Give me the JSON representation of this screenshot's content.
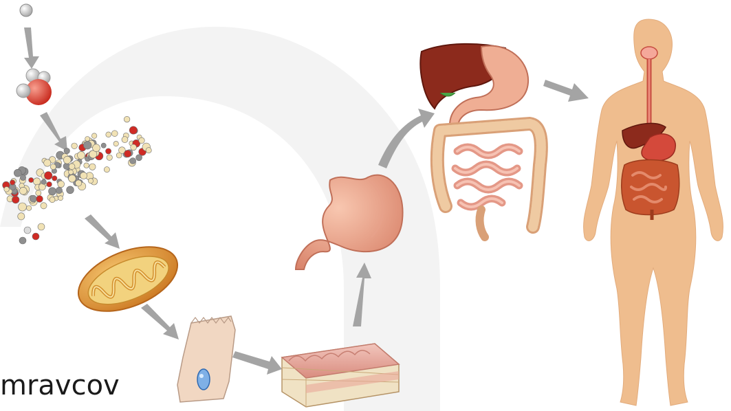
{
  "caption": {
    "text": "mravcov"
  },
  "diagram": {
    "stages": [
      {
        "name": "atom"
      },
      {
        "name": "molecule"
      },
      {
        "name": "macromolecule"
      },
      {
        "name": "organelle"
      },
      {
        "name": "cell"
      },
      {
        "name": "tissue"
      },
      {
        "name": "organ"
      },
      {
        "name": "organ-system"
      },
      {
        "name": "organism"
      }
    ],
    "colors": {
      "arrow": "#9a9a9a",
      "skin": "#efbd8e",
      "stomach": "#eea98f",
      "liver": "#8d2b1e",
      "intestine": "#e8c09c",
      "mitochondrion": "#e39a37",
      "oxygen": "#d9392b",
      "hydrogen": "#d9d9d9",
      "watermark": "#f2f2f2"
    }
  }
}
